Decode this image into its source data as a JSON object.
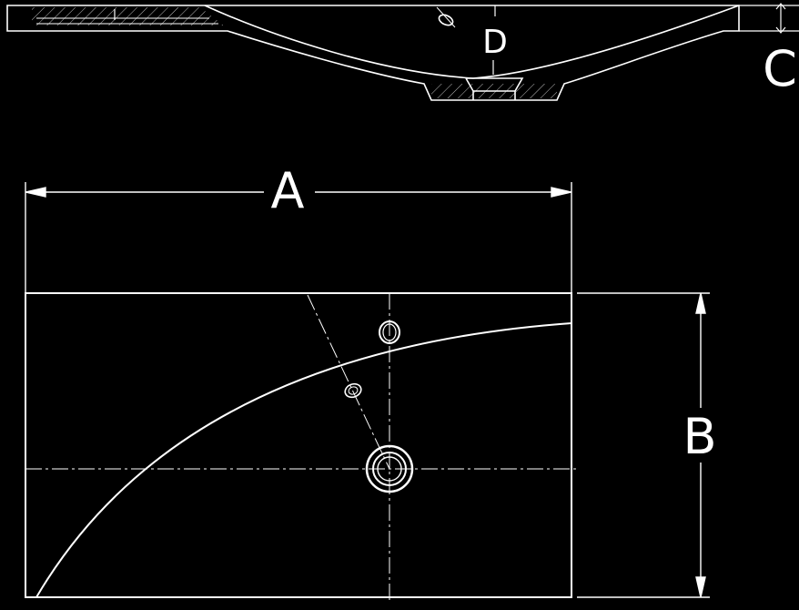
{
  "labels": {
    "a": "A",
    "b": "B",
    "c": "C",
    "d": "D"
  },
  "colors": {
    "background": "#000000",
    "lines": "#ffffff",
    "hatch": "#bbbbbb"
  }
}
